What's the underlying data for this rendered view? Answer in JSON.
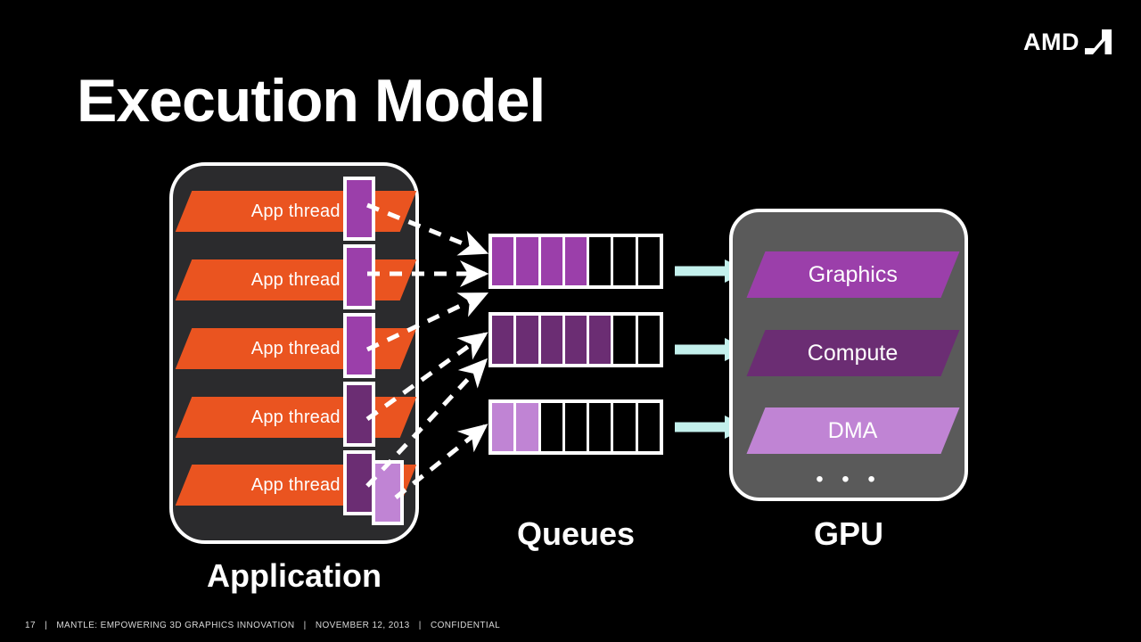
{
  "slide": {
    "title": "Execution Model",
    "background_color": "#000000"
  },
  "brand": {
    "logo_text": "AMD",
    "logo_icon": "amd-arrow-icon"
  },
  "colors": {
    "orange": "#ea5420",
    "purple_graphics": "#9b3faa",
    "purple_compute": "#6b2d73",
    "purple_dma": "#c084d4",
    "gpu_box_gray": "#5a5a5a",
    "app_box_gray": "#2b2b2d",
    "arrow_cyan": "#c3f0ec",
    "outline_white": "#ffffff"
  },
  "application": {
    "caption": "Application",
    "threads": [
      {
        "label": "App thread"
      },
      {
        "label": "App thread"
      },
      {
        "label": "App thread"
      },
      {
        "label": "App thread"
      },
      {
        "label": "App thread"
      }
    ],
    "command_buffers": [
      {
        "id": "cmdbuf-1",
        "color": "#9b3faa",
        "target_queue": "graphics"
      },
      {
        "id": "cmdbuf-2",
        "color": "#9b3faa",
        "target_queue": "graphics"
      },
      {
        "id": "cmdbuf-3",
        "color": "#9b3faa",
        "target_queue": "graphics"
      },
      {
        "id": "cmdbuf-4",
        "color": "#6b2d73",
        "target_queue": "compute"
      },
      {
        "id": "cmdbuf-5",
        "color": "#6b2d73",
        "target_queue": "compute"
      },
      {
        "id": "cmdbuf-6",
        "color": "#c084d4",
        "target_queue": "dma"
      }
    ]
  },
  "queues": {
    "caption": "Queues",
    "lanes": [
      {
        "name": "graphics",
        "slots": 7,
        "filled": 4,
        "fill_color": "#9b3faa"
      },
      {
        "name": "compute",
        "slots": 7,
        "filled": 5,
        "fill_color": "#6b2d73"
      },
      {
        "name": "dma",
        "slots": 7,
        "filled": 2,
        "fill_color": "#c084d4"
      }
    ]
  },
  "gpu": {
    "caption": "GPU",
    "engines": [
      {
        "label": "Graphics",
        "color": "#9b3faa"
      },
      {
        "label": "Compute",
        "color": "#6b2d73"
      },
      {
        "label": "DMA",
        "color": "#c084d4"
      }
    ],
    "more_indicator": "• • •"
  },
  "footer": {
    "page_number": "17",
    "deck_title": "MANTLE:  EMPOWERING 3D GRAPHICS INNOVATION",
    "date": "NOVEMBER  12, 2013",
    "classification": "CONFIDENTIAL",
    "separator": "|"
  }
}
